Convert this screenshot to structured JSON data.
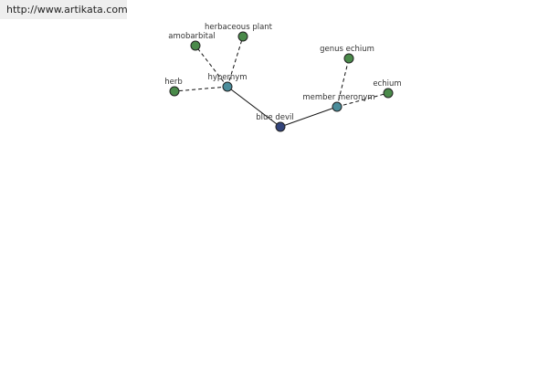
{
  "watermark": {
    "url": "http://www.artikata.com"
  },
  "colors": {
    "center": "#33447a",
    "relation": "#4a8c9a",
    "leaf": "#4a8a4a",
    "edge": "#111111"
  },
  "nodes": {
    "center": "blue devil",
    "hypernym": "hypernym",
    "member_meronym": "member meronym",
    "herb": "herb",
    "amobarbital": "amobarbital",
    "herbaceous_plant": "herbaceous plant",
    "genus_echium": "genus echium",
    "echium": "echium"
  }
}
